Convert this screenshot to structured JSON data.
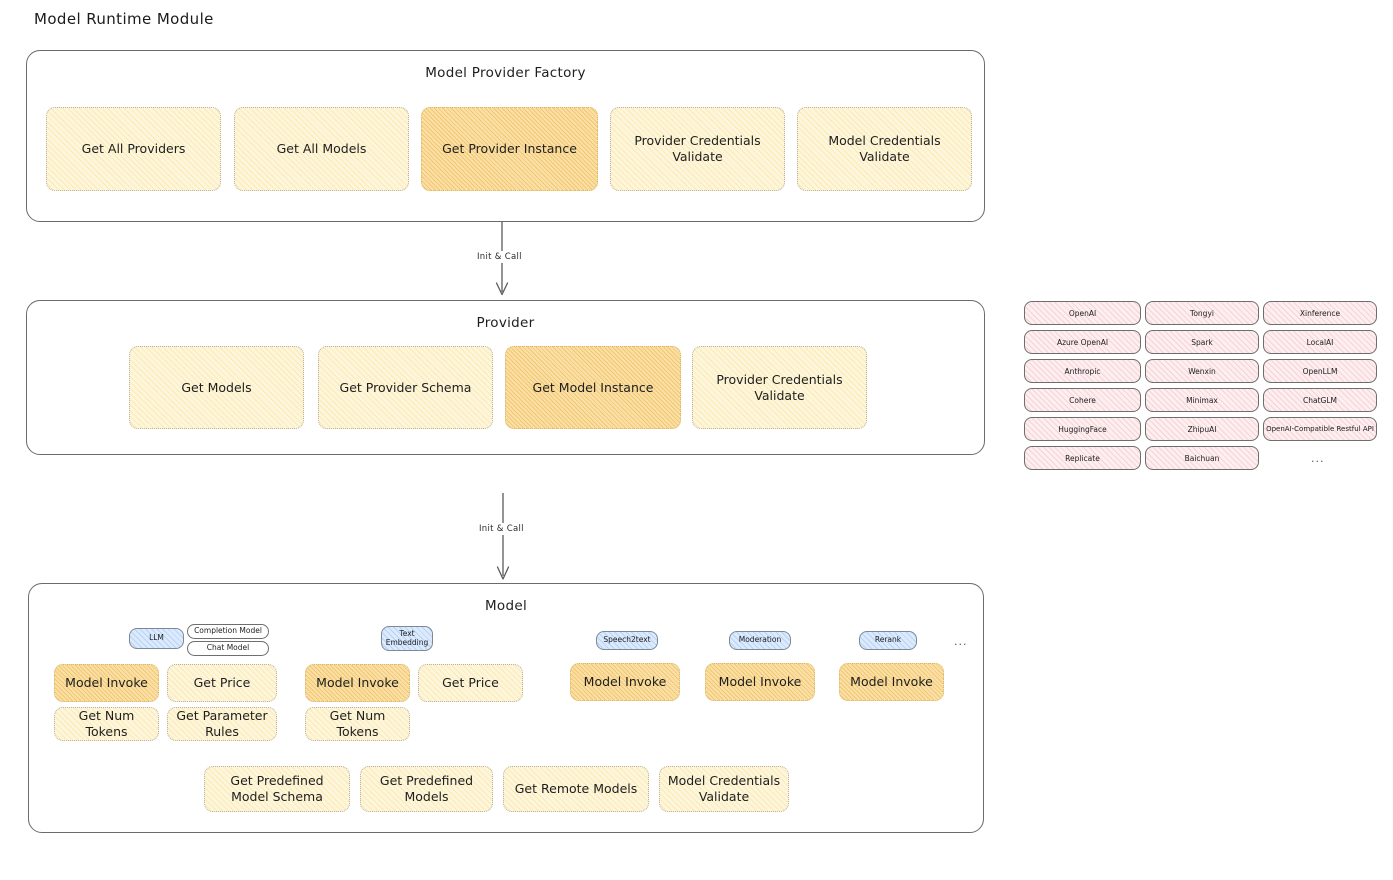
{
  "page": {
    "title": "Model Runtime Module"
  },
  "colors": {
    "box_fill": "#fdf6dd",
    "box_highlight_fill": "#fae0a8",
    "badge_blue_fill": "#dbeafe",
    "provider_tag_fill": "#fdeef0",
    "container_border": "#6b6b6b",
    "text": "#1e1e1e"
  },
  "factory": {
    "title": "Model Provider Factory",
    "methods": [
      {
        "label": "Get All Providers",
        "highlighted": false
      },
      {
        "label": "Get All Models",
        "highlighted": false
      },
      {
        "label": "Get Provider Instance",
        "highlighted": true
      },
      {
        "label": "Provider Credentials Validate",
        "highlighted": false
      },
      {
        "label": "Model Credentials Validate",
        "highlighted": false
      }
    ]
  },
  "connector_1": {
    "label": "Init & Call"
  },
  "provider": {
    "title": "Provider",
    "methods": [
      {
        "label": "Get Models",
        "highlighted": false
      },
      {
        "label": "Get Provider Schema",
        "highlighted": false
      },
      {
        "label": "Get Model Instance",
        "highlighted": true
      },
      {
        "label": "Provider Credentials Validate",
        "highlighted": false
      }
    ]
  },
  "provider_list": {
    "column_1": [
      "OpenAI",
      "Azure OpenAI",
      "Anthropic",
      "Cohere",
      "HuggingFace",
      "Replicate"
    ],
    "column_2": [
      "Tongyi",
      "Spark",
      "Wenxin",
      "Minimax",
      "ZhipuAI",
      "Baichuan"
    ],
    "column_3": [
      "Xinference",
      "LocalAI",
      "OpenLLM",
      "ChatGLM",
      "OpenAI-Compatible Restful API"
    ],
    "more": "..."
  },
  "connector_2": {
    "label": "Init & Call"
  },
  "model": {
    "title": "Model",
    "more": "...",
    "types": [
      {
        "badge": "LLM",
        "badge_style": "blue",
        "sub_badges": [
          "Completion Model",
          "Chat Model"
        ],
        "methods": [
          {
            "label": "Model Invoke",
            "highlighted": true
          },
          {
            "label": "Get Price",
            "highlighted": false
          },
          {
            "label": "Get Num Tokens",
            "highlighted": false
          },
          {
            "label": "Get Parameter Rules",
            "highlighted": false
          }
        ]
      },
      {
        "badge": "Text Embedding",
        "badge_style": "blue",
        "sub_badges": [],
        "methods": [
          {
            "label": "Model Invoke",
            "highlighted": true
          },
          {
            "label": "Get Price",
            "highlighted": false
          },
          {
            "label": "Get Num Tokens",
            "highlighted": false
          }
        ]
      },
      {
        "badge": "Speech2text",
        "badge_style": "blue",
        "sub_badges": [],
        "methods": [
          {
            "label": "Model Invoke",
            "highlighted": true
          }
        ]
      },
      {
        "badge": "Moderation",
        "badge_style": "blue",
        "sub_badges": [],
        "methods": [
          {
            "label": "Model Invoke",
            "highlighted": true
          }
        ]
      },
      {
        "badge": "Rerank",
        "badge_style": "blue",
        "sub_badges": [],
        "methods": [
          {
            "label": "Model Invoke",
            "highlighted": true
          }
        ]
      }
    ],
    "common_methods": [
      {
        "label": "Get Predefined Model Schema"
      },
      {
        "label": "Get Predefined Models"
      },
      {
        "label": "Get Remote Models"
      },
      {
        "label": "Model Credentials Validate"
      }
    ]
  }
}
